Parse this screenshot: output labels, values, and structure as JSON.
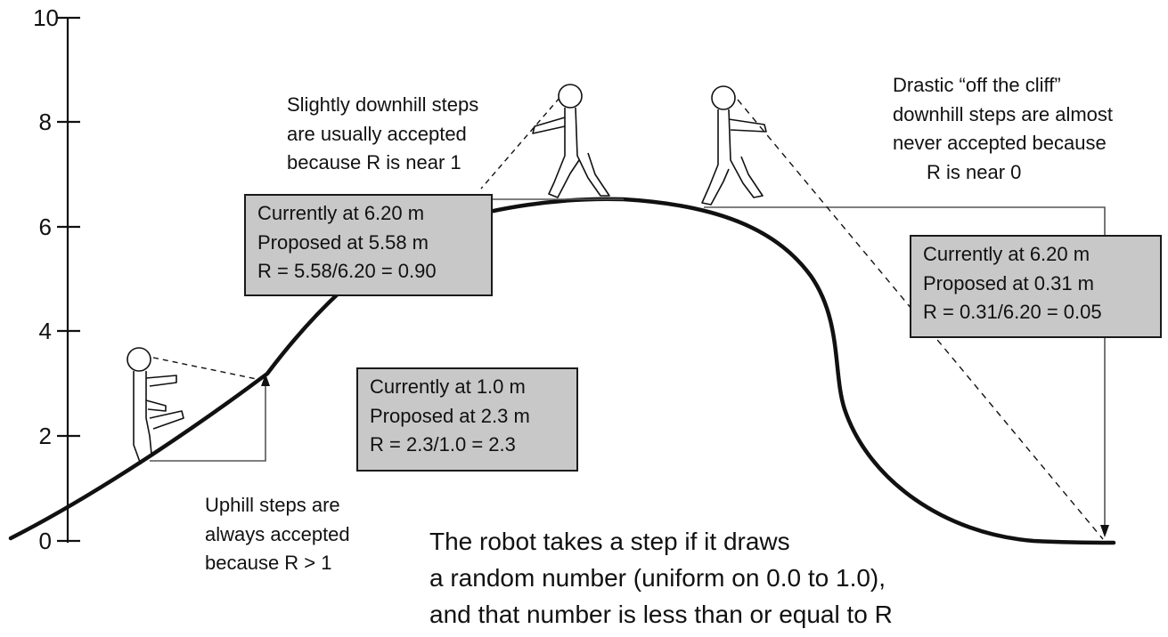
{
  "y_axis": {
    "ticks": [
      "0",
      "2",
      "4",
      "6",
      "8",
      "10"
    ]
  },
  "notes": {
    "uphill": [
      "Uphill steps are",
      "always accepted",
      "because R > 1"
    ],
    "slight_downhill": [
      "Slightly downhill steps",
      "are usually accepted",
      "because R is near 1"
    ],
    "drastic": [
      "Drastic “off the cliff”",
      "downhill steps are almost",
      "never accepted because",
      "R is near 0"
    ]
  },
  "boxes": {
    "uphill": [
      "Currently at 1.0 m",
      "Proposed at 2.3 m",
      "R = 2.3/1.0 = 2.3"
    ],
    "slight": [
      "Currently at 6.20 m",
      "Proposed at 5.58 m",
      "R = 5.58/6.20 = 0.90"
    ],
    "drastic": [
      "Currently at 6.20 m",
      "Proposed at 0.31 m",
      "R = 0.31/6.20 = 0.05"
    ]
  },
  "caption": [
    "The robot takes a step if it draws",
    "a random number (uniform on 0.0 to 1.0),",
    "and that number is less than or equal to R"
  ],
  "colors": {
    "box_fill": "#c8c8c8",
    "ink": "#111111"
  }
}
